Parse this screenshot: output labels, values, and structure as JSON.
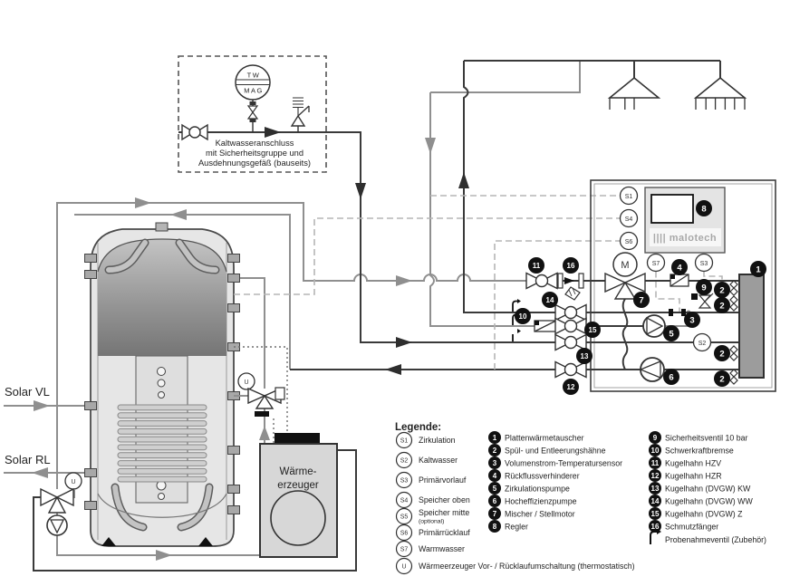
{
  "diagram": {
    "cold_water_box": {
      "gauge_top": "TW",
      "gauge_bottom": "MAG",
      "caption_line1": "Kaltwasseranschluss",
      "caption_line2": "mit Sicherheitsgruppe und",
      "caption_line3": "Ausdehnungsgefäß (bauseits)"
    },
    "solar": {
      "vl": "Solar VL",
      "rl": "Solar RL"
    },
    "heat_generator": {
      "line1": "Wärme-",
      "line2": "erzeuger"
    },
    "controller": {
      "brand": "|||| malotech"
    },
    "sensors": {
      "s1": "S1",
      "s2": "S2",
      "s3": "S3",
      "s4": "S4",
      "s6": "S6",
      "s7": "S7",
      "u": "U"
    },
    "badges": {
      "n1": "1",
      "n2": "2",
      "n3": "3",
      "n4": "4",
      "n5": "5",
      "n6": "6",
      "n7": "7",
      "n8": "8",
      "n9": "9",
      "n10": "10",
      "n11": "11",
      "n12": "12",
      "n13": "13",
      "n14": "14",
      "n15": "15",
      "n16": "16"
    },
    "colors": {
      "pipe_dark": "#3a3a3a",
      "pipe_gray": "#8f8f8f",
      "tank_dark_zone": "#8a8a8a",
      "panel_fill": "#e4e4e4"
    }
  },
  "legend": {
    "title": "Legende:",
    "sensor_items": [
      {
        "id": "S1",
        "label": "Zirkulation"
      },
      {
        "id": "S2",
        "label": "Kaltwasser"
      },
      {
        "id": "S3",
        "label": "Primärvorlauf"
      },
      {
        "id": "S4",
        "label": "Speicher oben"
      },
      {
        "id": "S5",
        "label": "Speicher mitte",
        "note": "(optional)"
      },
      {
        "id": "S6",
        "label": "Primärrücklauf"
      },
      {
        "id": "S7",
        "label": "Warmwasser"
      }
    ],
    "u_item": {
      "id": "U",
      "label": "Wärmeerzeuger Vor- / Rücklaufumschaltung (thermostatisch)"
    },
    "components_left": [
      {
        "num": "1",
        "label": "Plattenwärmetauscher"
      },
      {
        "num": "2",
        "label": "Spül- und Entleerungshähne"
      },
      {
        "num": "3",
        "label": "Volumenstrom-Temperatursensor"
      },
      {
        "num": "4",
        "label": "Rückflussverhinderer"
      },
      {
        "num": "5",
        "label": "Zirkulationspumpe"
      },
      {
        "num": "6",
        "label": "Hocheffizienzpumpe"
      },
      {
        "num": "7",
        "label": "Mischer / Stellmotor"
      },
      {
        "num": "8",
        "label": "Regler"
      }
    ],
    "components_right": [
      {
        "num": "9",
        "label": "Sicherheitsventil 10 bar"
      },
      {
        "num": "10",
        "label": "Schwerkraftbremse"
      },
      {
        "num": "11",
        "label": "Kugelhahn HZV"
      },
      {
        "num": "12",
        "label": "Kugelhahn HZR"
      },
      {
        "num": "13",
        "label": "Kugelhahn (DVGW) KW"
      },
      {
        "num": "14",
        "label": "Kugelhahn (DVGW) WW"
      },
      {
        "num": "15",
        "label": "Kugelhahn (DVGW) Z"
      },
      {
        "num": "16",
        "label": "Schmutzfänger"
      }
    ],
    "probe_item": {
      "label": "Probenahmeventil (Zubehör)"
    }
  }
}
